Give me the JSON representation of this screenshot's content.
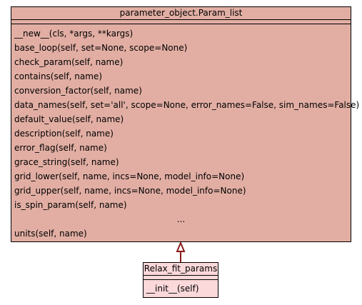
{
  "parent_class": {
    "name": "parameter_object.Param_list",
    "fill": "#e2aea3",
    "methods": [
      "__new__(cls, *args, **kargs)",
      "base_loop(self, set=None, scope=None)",
      "check_param(self, name)",
      "contains(self, name)",
      "conversion_factor(self, name)",
      "data_names(self, set='all', scope=None, error_names=False, sim_names=False)",
      "default_value(self, name)",
      "description(self, name)",
      "error_flag(self, name)",
      "grace_string(self, name)",
      "grid_lower(self, name, incs=None, model_info=None)",
      "grid_upper(self, name, incs=None, model_info=None)",
      "is_spin_param(self, name)"
    ],
    "ellipsis": "...",
    "last_method": "units(self, name)"
  },
  "child_class": {
    "name": "Relax_fit_params",
    "fill": "#fbd8da",
    "methods": [
      "__init__(self)"
    ]
  },
  "arrow_color": "#8b1a1a"
}
